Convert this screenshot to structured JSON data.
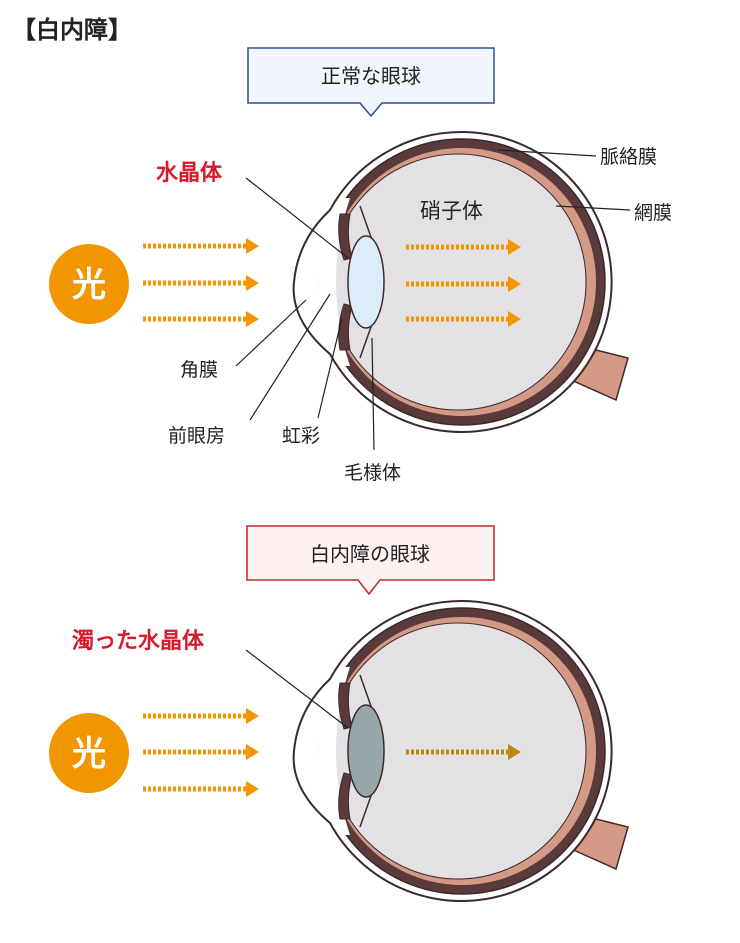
{
  "heading": "【白内障】",
  "normal": {
    "title": "正常な眼球",
    "labels": {
      "lens": "水晶体",
      "vitreous": "硝子体",
      "choroid": "脈絡膜",
      "retina": "網膜",
      "cornea": "角膜",
      "anterior_chamber": "前眼房",
      "iris": "虹彩",
      "ciliary_body": "毛様体"
    },
    "light": "光"
  },
  "cataract": {
    "title": "白内障の眼球",
    "labels": {
      "lens": "濁った水晶体"
    },
    "light": "光"
  },
  "colors": {
    "title_box_normal_border": "#2d4f8e",
    "title_box_normal_fill": "#f1f5fc",
    "title_box_cataract_border": "#c0272d",
    "title_box_cataract_fill": "#fdf1f1",
    "highlight_red": "#d7192a",
    "light_circle": "#f29600",
    "arrow_orange": "#f29600",
    "arrow_dim": "#b88a12",
    "choroid": "#5a3a3a",
    "retina": "#d49a86",
    "vitreous": "#e3e1e3",
    "lens_clear": "#dcecf8",
    "lens_cloudy": "#97a6aa",
    "outline": "#3a2a2a"
  }
}
